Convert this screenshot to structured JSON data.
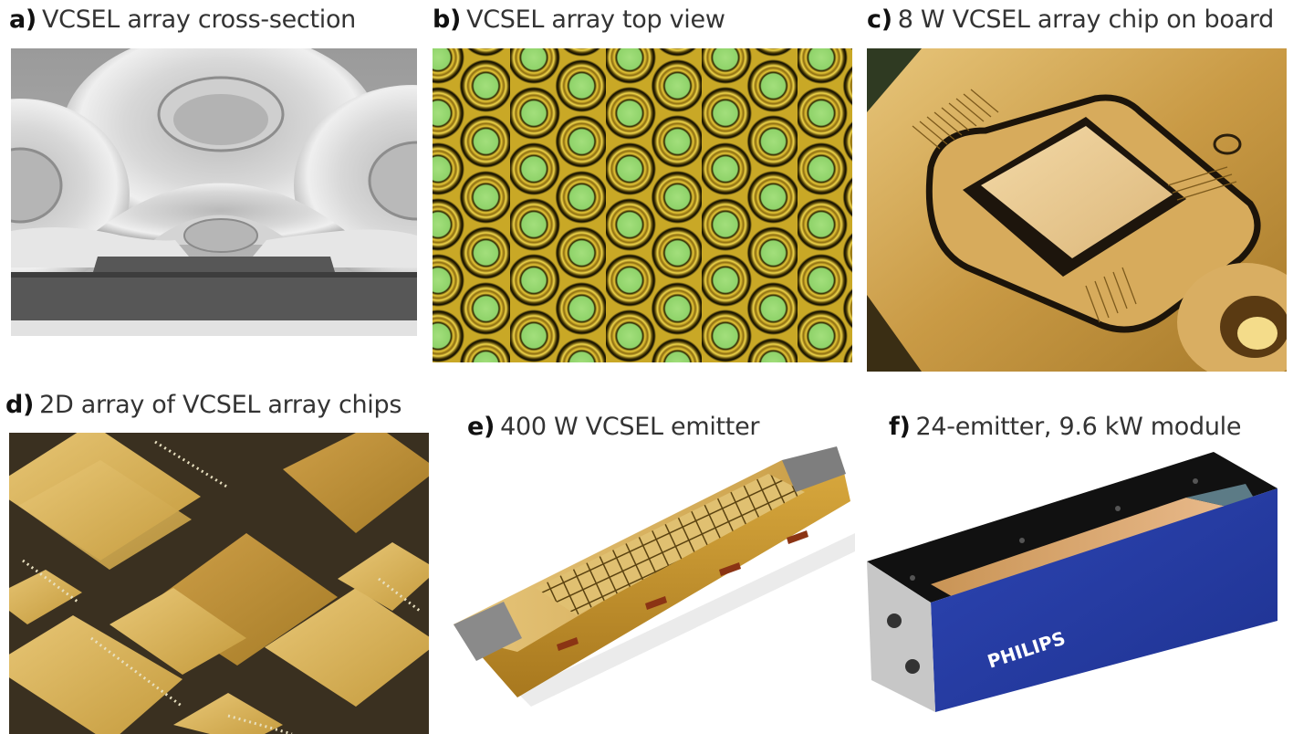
{
  "figure": {
    "panels": [
      {
        "id": "a",
        "letter": "a)",
        "caption": "VCSEL array cross-section",
        "kind": "SEM micrograph (grayscale)"
      },
      {
        "id": "b",
        "letter": "b)",
        "caption": "VCSEL array top view",
        "kind": "optical micrograph, hexagonal emitter array, green apertures in gold rings"
      },
      {
        "id": "c",
        "letter": "c)",
        "caption": "8 W VCSEL array chip on board",
        "kind": "photo of wire-bonded chip on gold submount"
      },
      {
        "id": "d",
        "letter": "d)",
        "caption": "2D array of VCSEL array chips",
        "kind": "photo of tiled gold chips"
      },
      {
        "id": "e",
        "letter": "e)",
        "caption": "400 W VCSEL emitter",
        "kind": "photo of gold bar with chip grid"
      },
      {
        "id": "f",
        "letter": "f)",
        "caption": "24-emitter, 9.6 kW module",
        "kind": "photo of blue module",
        "brand_text": "PHILIPS"
      }
    ],
    "colors": {
      "sem_gray": "#c8c8c8",
      "gold": "#c9a040",
      "aperture_green": "#8fd36a",
      "module_blue": "#2a3fa8"
    }
  }
}
